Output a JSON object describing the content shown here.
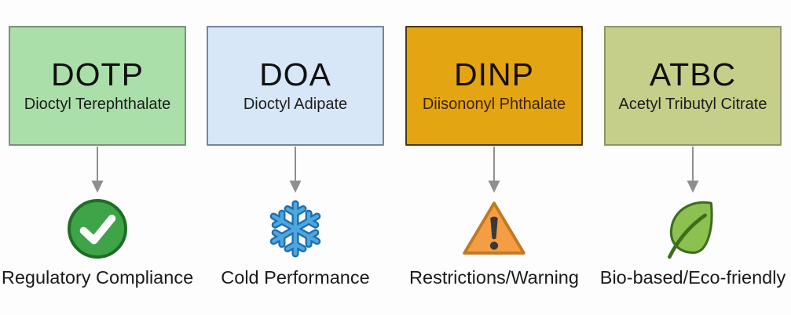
{
  "background": "#fdfdfd",
  "arrow_color": "#8f8f8f",
  "label_color": "#1a1a1a",
  "columns": [
    {
      "abbr": "DOTP",
      "name": "Dioctyl Terephthalate",
      "label": "Regulatory Compliance",
      "icon": "check-circle-icon",
      "box_fill": "#abdfa9",
      "box_border": "#7d8f7d",
      "abbr_color": "#111111",
      "name_color": "#1c1c1c"
    },
    {
      "abbr": "DOA",
      "name": "Dioctyl Adipate",
      "label": "Cold Performance",
      "icon": "snowflake-icon",
      "box_fill": "#d7e7f8",
      "box_border": "#72879d",
      "abbr_color": "#111111",
      "name_color": "#1c1c1c"
    },
    {
      "abbr": "DINP",
      "name": "Diisononyl Phthalate",
      "label": "Restrictions/Warning",
      "icon": "warning-triangle-icon",
      "box_fill": "#e4a513",
      "box_border": "#4a3a0e",
      "abbr_color": "#161005",
      "name_color": "#3b2506"
    },
    {
      "abbr": "ATBC",
      "name": "Acetyl Tributyl Citrate",
      "label": "Bio-based/Eco-friendly",
      "icon": "leaf-icon",
      "box_fill": "#c6cf89",
      "box_border": "#8f956b",
      "abbr_color": "#111111",
      "name_color": "#1c1c1c"
    }
  ],
  "icon_colors": {
    "check_fill": "#3fa347",
    "check_stroke": "#1d6e24",
    "check_mark": "#ffffff",
    "snowflake_outline": "#1c6dad",
    "snowflake_fill": "#4ea6de",
    "warning_fill": "#f49d45",
    "warning_stroke": "#c17a20",
    "warning_mark": "#393939",
    "leaf_fill": "#8cc152",
    "leaf_stroke": "#3f6d1d"
  }
}
